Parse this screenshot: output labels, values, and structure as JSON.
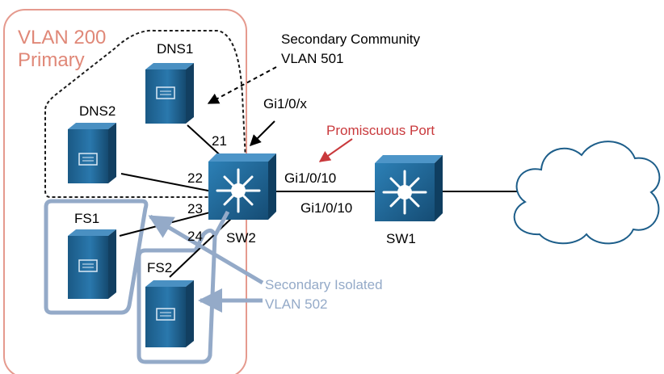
{
  "vlan_primary": {
    "line1": "VLAN 200",
    "line2": "Primary"
  },
  "community": {
    "line1": "Secondary Community",
    "line2": "VLAN 501"
  },
  "isolated": {
    "line1": "Secondary Isolated",
    "line2": "VLAN 502"
  },
  "promiscuous_label": "Promiscuous Port",
  "devices": {
    "dns1": "DNS1",
    "dns2": "DNS2",
    "fs1": "FS1",
    "fs2": "FS2",
    "sw1": "SW1",
    "sw2": "SW2"
  },
  "ports": {
    "p21": "21",
    "p22": "22",
    "p23": "23",
    "p24": "24",
    "gi_x": "Gi1/0/x",
    "gi_sw2": "Gi1/0/10",
    "gi_sw1": "Gi1/0/10"
  },
  "colors": {
    "primary_box": "#e59a8e",
    "primary_text": "#e08878",
    "isolated": "#94aac8",
    "promiscuous": "#c9393c",
    "device": "#1d5e8a"
  }
}
